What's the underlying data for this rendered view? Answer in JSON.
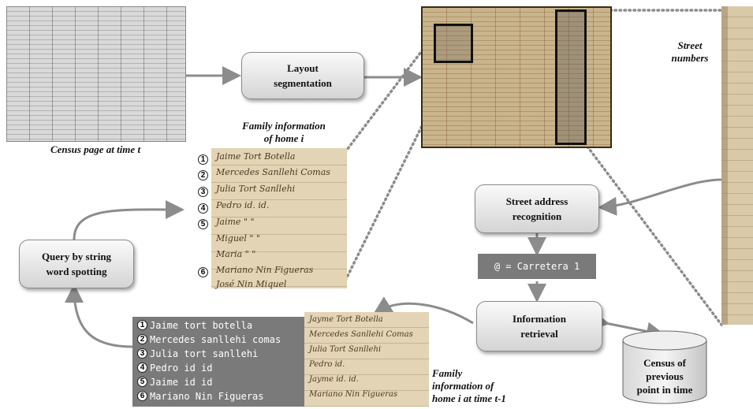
{
  "figure": {
    "captions": {
      "census_page": "Census page at time t",
      "family_info": "Family information\nof home i",
      "street_numbers": "Street\nnumbers",
      "family_info_prev": "Family\ninformation of\nhome i at time t-1"
    },
    "boxes": {
      "layout_segmentation": "Layout\nsegmentation",
      "street_address": "Street address\nrecognition",
      "information_retrieval": "Information\nretrieval",
      "query_word_spotting": "Query by string\nword spotting"
    },
    "database_label": "Census of\nprevious\npoint in time",
    "address_result": "@ = Carretera 1",
    "family_entries": [
      {
        "num": "1",
        "handwritten": "Jaime  Tort  Botella"
      },
      {
        "num": "2",
        "handwritten": "Mercedes  Sanllehi  Comas"
      },
      {
        "num": "3",
        "handwritten": "Julia  Tort  Sanllehi"
      },
      {
        "num": "4",
        "handwritten": "Pedro    id.    id."
      },
      {
        "num": "5",
        "handwritten": "Jaime     \"     \""
      },
      {
        "num": "",
        "handwritten": "Miguel    \"     \""
      },
      {
        "num": "",
        "handwritten": "Maria     \"     \""
      },
      {
        "num": "6",
        "handwritten": "Mariano  Nin  Figueras"
      },
      {
        "num": "",
        "handwritten": "José  Nin  Miquel"
      }
    ],
    "retrieved_entries": [
      {
        "num": "1",
        "text": "Jaime tort botella"
      },
      {
        "num": "2",
        "text": "Mercedes sanllehi comas"
      },
      {
        "num": "3",
        "text": "Julia tort sanllehi"
      },
      {
        "num": "4",
        "text": "Pedro id id"
      },
      {
        "num": "5",
        "text": "Jaime id id"
      },
      {
        "num": "6",
        "text": "Mariano Nin Figueras"
      }
    ],
    "previous_handwritten": [
      "Jayme  Tort  Botella",
      "Mercedes  Sanllehi  Comas",
      "Julia  Tort  Sanllehi",
      "Pedro   id.",
      "Jayme   id.   id.",
      "Mariano  Nin  Figueras"
    ],
    "colors": {
      "arrow": "#8c8c8c",
      "gray_panel": "#7a7a7a",
      "parchment": "#d8c6a0"
    }
  }
}
